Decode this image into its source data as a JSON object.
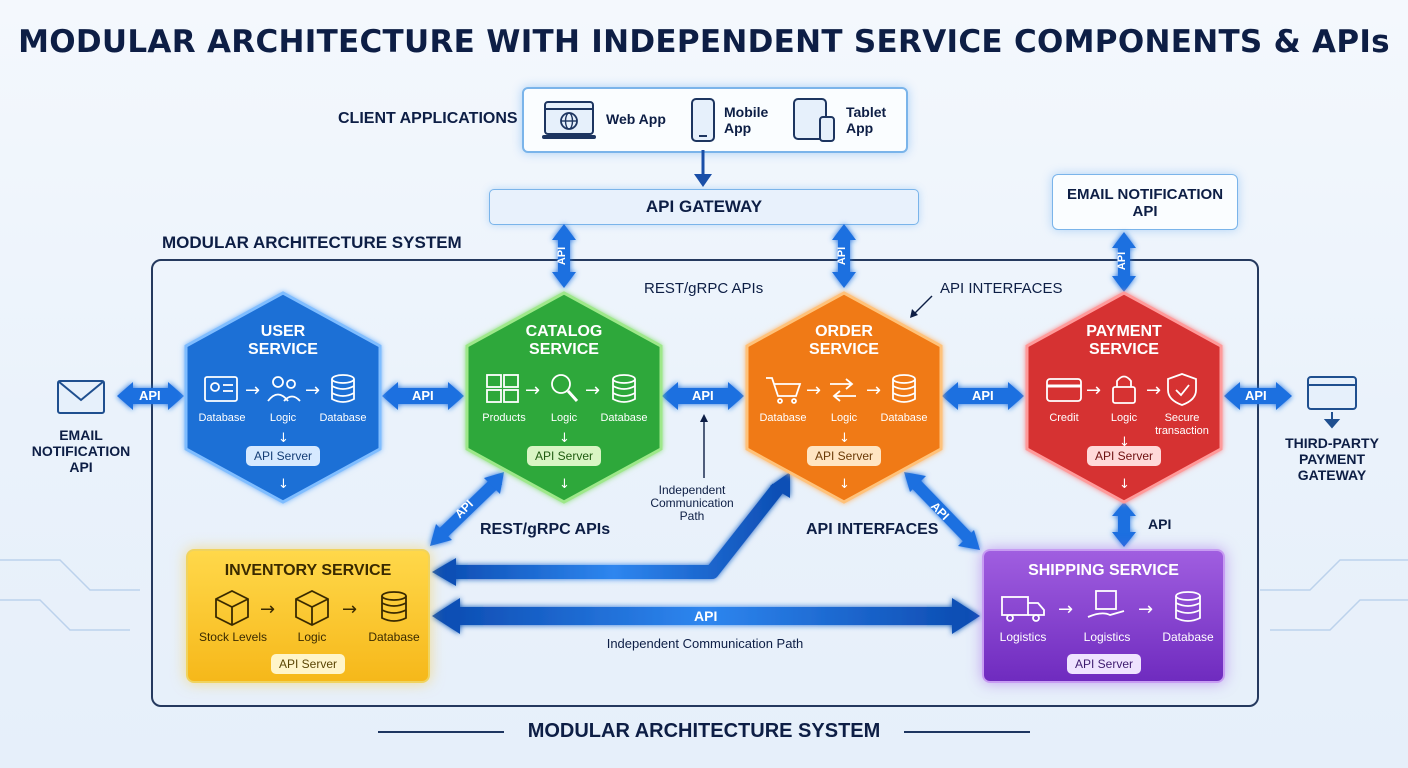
{
  "title": "MODULAR ARCHITECTURE WITH INDEPENDENT SERVICE COMPONENTS & APIs",
  "clients": {
    "label": "CLIENT APPLICATIONS",
    "web": "Web App",
    "mobile_1": "Mobile",
    "mobile_2": "App",
    "tablet_1": "Tablet",
    "tablet_2": "App"
  },
  "gateway": "API GATEWAY",
  "email_top_1": "EMAIL NOTIFICATION",
  "email_top_2": "API",
  "system_label": "MODULAR ARCHITECTURE SYSTEM",
  "footer": "MODULAR ARCHITECTURE SYSTEM",
  "notes": {
    "rest_top": "REST/gRPC APIs",
    "interfaces_top": "API INTERFACES",
    "rest_bottom": "REST/gRPC APIs",
    "interfaces_bottom": "API INTERFACES",
    "indep_1": "Independent",
    "indep_2": "Communication",
    "indep_3": "Path",
    "indep_bottom": "Independent Communication Path"
  },
  "api": "API",
  "services": {
    "user": {
      "title_1": "USER",
      "title_2": "SERVICE",
      "labels": [
        "Database",
        "Logic",
        "Database"
      ],
      "server": "API Server",
      "color": "#1f6fd6"
    },
    "catalog": {
      "title_1": "CATALOG",
      "title_2": "SERVICE",
      "labels": [
        "Products",
        "Logic",
        "Database"
      ],
      "server": "API Server",
      "color": "#2fa83a"
    },
    "order": {
      "title_1": "ORDER",
      "title_2": "SERVICE",
      "labels": [
        "Database",
        "Logic",
        "Database"
      ],
      "server": "API Server",
      "color": "#f07a12"
    },
    "payment": {
      "title_1": "PAYMENT",
      "title_2": "SERVICE",
      "labels": [
        "Credit",
        "Logic",
        "Secure",
        "transaction"
      ],
      "server": "API Server",
      "color": "#d63030"
    },
    "inventory": {
      "title": "INVENTORY SERVICE",
      "labels": [
        "Stock Levels",
        "Logic",
        "Database"
      ],
      "server": "API Server",
      "color": "#f6b81a"
    },
    "shipping": {
      "title": "SHIPPING SERVICE",
      "labels": [
        "Logistics",
        "Logistics",
        "Database"
      ],
      "server": "API Server",
      "color": "#7a33c6"
    }
  },
  "left_ext": {
    "l1": "EMAIL",
    "l2": "NOTIFICATION",
    "l3": "API"
  },
  "right_ext": {
    "l1": "THIRD-PARTY",
    "l2": "PAYMENT",
    "l3": "GATEWAY"
  }
}
